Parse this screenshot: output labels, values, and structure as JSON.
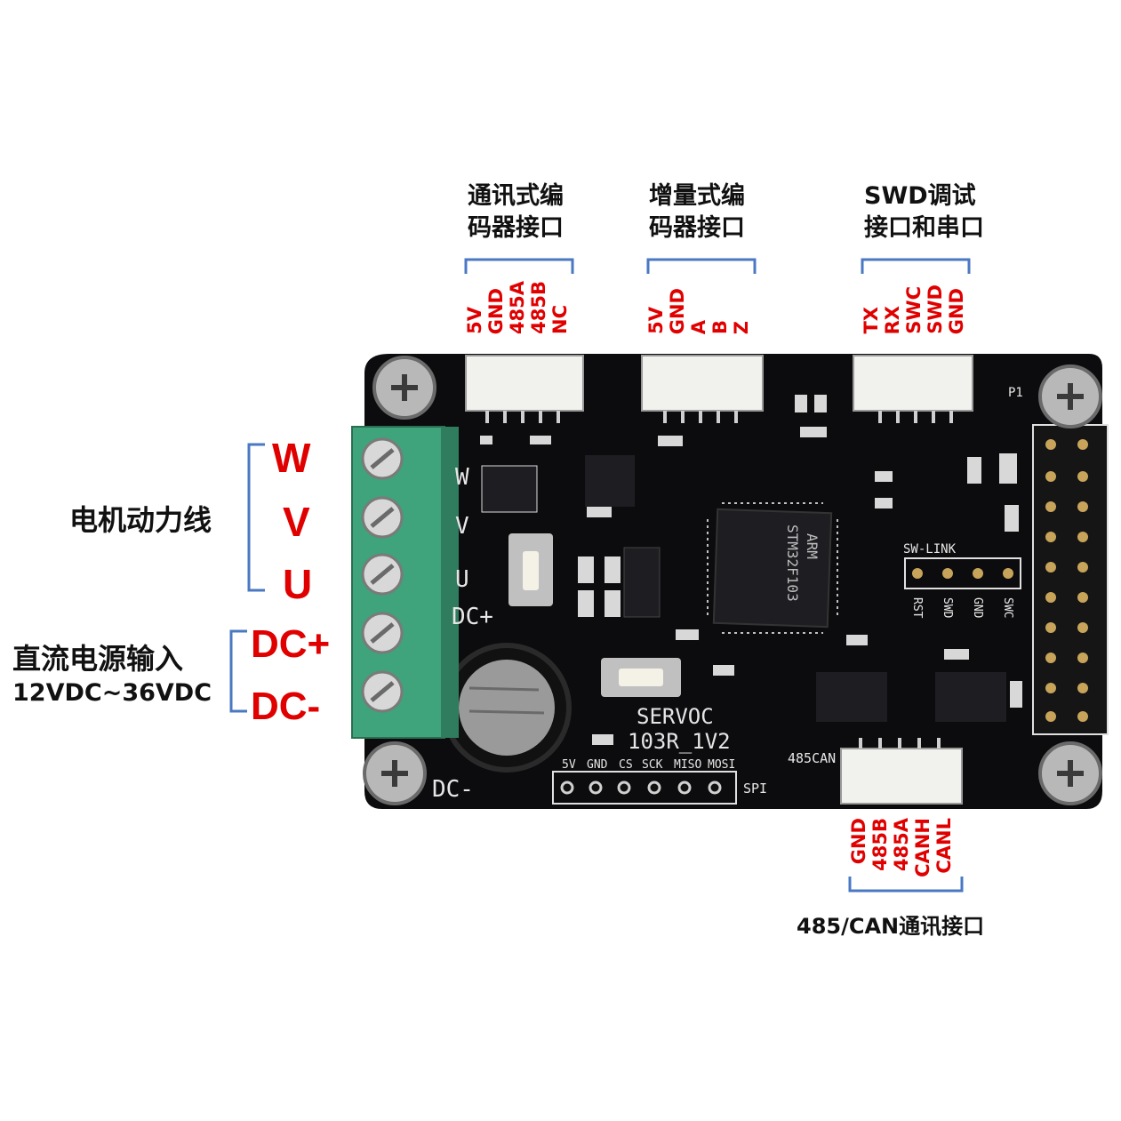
{
  "labels": {
    "comm_encoder": [
      "通讯式编",
      "码器接口"
    ],
    "inc_encoder": [
      "增量式编",
      "码器接口"
    ],
    "swd": [
      "SWD调试",
      "接口和串口"
    ],
    "motor_power": "电机动力线",
    "dc_input": "直流电源输入",
    "dc_range": "12VDC~36VDC",
    "can_iface": "485/CAN通讯接口"
  },
  "pins": {
    "comm_encoder": [
      "5V",
      "GND",
      "485A",
      "485B",
      "NC"
    ],
    "inc_encoder": [
      "5V",
      "GND",
      "A",
      "B",
      "Z"
    ],
    "swd": [
      "TX",
      "RX",
      "SWC",
      "SWD",
      "GND"
    ],
    "can": [
      "GND",
      "485B",
      "485A",
      "CANH",
      "CANL"
    ]
  },
  "terminals": [
    "W",
    "V",
    "U",
    "DC+",
    "DC-"
  ],
  "board": {
    "name": "SERVOC",
    "version": "103R_1V2",
    "chip": "STM32F103",
    "chip_brand": "ARM",
    "spi_pins": [
      "5V",
      "GND",
      "CS",
      "SCK",
      "MISO",
      "MOSI"
    ],
    "spi_label": "SPI",
    "sw_link_label": "SW-LINK",
    "sw_link_pins": [
      "RST",
      "SWD",
      "GND",
      "SWC"
    ],
    "silk_terminals": [
      "W",
      "V",
      "U",
      "DC+",
      "DC-"
    ],
    "silk_can": "485CAN",
    "silk_p1": "P1",
    "colors": {
      "pcb": "#0c0c0e",
      "terminal": "#3fa37b",
      "label_red": "#e00000",
      "bracket": "#4a78c2"
    }
  }
}
